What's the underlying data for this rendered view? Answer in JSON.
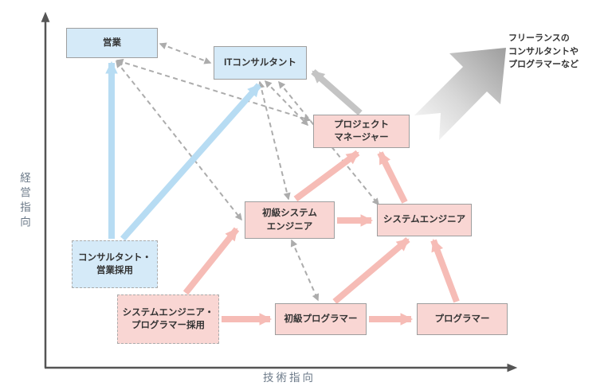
{
  "diagram": {
    "axes": {
      "y_label": "経営指向",
      "x_label": "技術指向"
    },
    "freelance_note": "フリーランスの\nコンサルタントや\nプログラマーなど",
    "nodes": [
      {
        "id": "eigyo",
        "label": "営業",
        "type": "blue-solid"
      },
      {
        "id": "itcon",
        "label": "ITコンサルタント",
        "type": "blue-solid"
      },
      {
        "id": "pm",
        "label": "プロジェクト\nマネージャー",
        "type": "pink-solid"
      },
      {
        "id": "shokyu_se",
        "label": "初級システム\nエンジニア",
        "type": "pink-solid"
      },
      {
        "id": "se",
        "label": "システムエンジニア",
        "type": "pink-solid"
      },
      {
        "id": "shokyu_pg",
        "label": "初級プログラマー",
        "type": "pink-solid"
      },
      {
        "id": "pg",
        "label": "プログラマー",
        "type": "pink-solid"
      },
      {
        "id": "consult_hire",
        "label": "コンサルタント・\n営業採用",
        "type": "blue-dashed"
      },
      {
        "id": "se_pg_hire",
        "label": "システムエンジニア・\nプログラマー採用",
        "type": "pink-dashed"
      }
    ],
    "edges": [
      {
        "from": "eigyo",
        "to": "itcon",
        "kind": "mutual-dashed"
      },
      {
        "from": "eigyo",
        "to": "pm",
        "kind": "mutual-dashed"
      },
      {
        "from": "eigyo",
        "to": "shokyu_se",
        "kind": "mutual-dashed"
      },
      {
        "from": "itcon",
        "to": "pm",
        "kind": "mutual-dashed"
      },
      {
        "from": "itcon",
        "to": "shokyu_se",
        "kind": "mutual-dashed"
      },
      {
        "from": "itcon",
        "to": "se",
        "kind": "mutual-dashed"
      },
      {
        "from": "shokyu_se",
        "to": "shokyu_pg",
        "kind": "mutual-dashed"
      },
      {
        "from": "pm",
        "to": "itcon",
        "kind": "independent-gray"
      },
      {
        "from": "se_pg_hire",
        "to": "shokyu_se",
        "kind": "career-pink"
      },
      {
        "from": "se_pg_hire",
        "to": "shokyu_pg",
        "kind": "career-pink"
      },
      {
        "from": "shokyu_se",
        "to": "se",
        "kind": "career-pink"
      },
      {
        "from": "shokyu_se",
        "to": "pm",
        "kind": "career-pink"
      },
      {
        "from": "se",
        "to": "pm",
        "kind": "career-pink"
      },
      {
        "from": "shokyu_pg",
        "to": "se",
        "kind": "career-pink"
      },
      {
        "from": "shokyu_pg",
        "to": "pg",
        "kind": "career-pink"
      },
      {
        "from": "pg",
        "to": "se",
        "kind": "career-pink"
      },
      {
        "from": "consult_hire",
        "to": "eigyo",
        "kind": "hire-blue"
      },
      {
        "from": "consult_hire",
        "to": "itcon",
        "kind": "hire-blue"
      }
    ],
    "colors": {
      "blue_box_fill": "#d5eaf8",
      "pink_box_fill": "#f9d6d3",
      "box_border": "#9e9e9e",
      "dashed_box_border": "#ababab",
      "blue_arrow": "#b7dcf3",
      "pink_arrow": "#f6bcb6",
      "gray_arrow": "#c4c4c4",
      "dashed_line": "#acacac",
      "freelance_arrow_dark": "#a0a0a0",
      "freelance_arrow_light": "#fbfbfb",
      "axis": "#555555",
      "axis_label": "#6b7988",
      "note_text": "#333333"
    }
  }
}
